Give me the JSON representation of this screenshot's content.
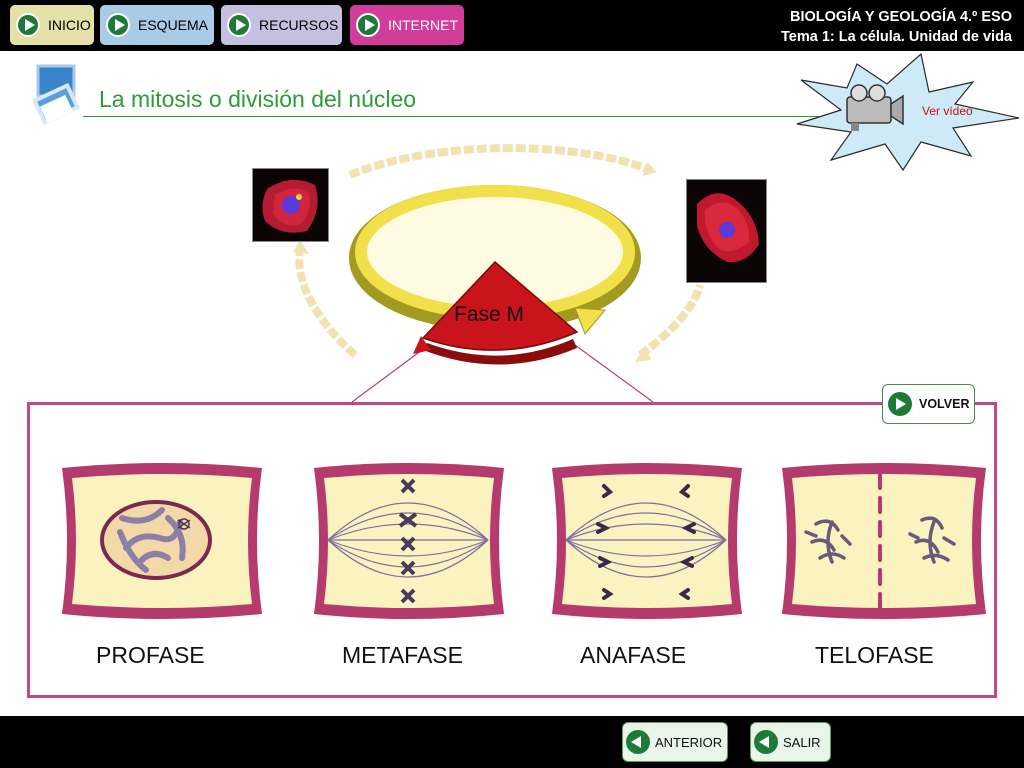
{
  "nav": {
    "inicio": "INICIO",
    "esquema": "ESQUEMA",
    "recursos": "RECURSOS",
    "internet": "INTERNET"
  },
  "course": {
    "line1": "BIOLOGÍA Y GEOLOGÍA 4.º ESO",
    "line2": "Tema 1: La célula. Unidad de vida"
  },
  "page_title": "La mitosis o división del núcleo",
  "video": {
    "label": "Ver vídeo",
    "icon": "video-camera-icon"
  },
  "cycle": {
    "label": "Fase M"
  },
  "volver_label": "VOLVER",
  "phases": [
    {
      "label": "PROFASE"
    },
    {
      "label": "METAFASE"
    },
    {
      "label": "ANAFASE"
    },
    {
      "label": "TELOFASE"
    }
  ],
  "footer": {
    "anterior": "ANTERIOR",
    "salir": "SALIR"
  },
  "colors": {
    "nav_inicio": "#e4e0a8",
    "nav_esquema": "#a9cbe6",
    "nav_recursos": "#c5c0e0",
    "nav_internet": "#d23c9a",
    "title_green": "#2e9a3a",
    "panel_border": "#c0468f",
    "cell_border": "#b53a6e",
    "cell_fill": "#fbf3bf"
  }
}
